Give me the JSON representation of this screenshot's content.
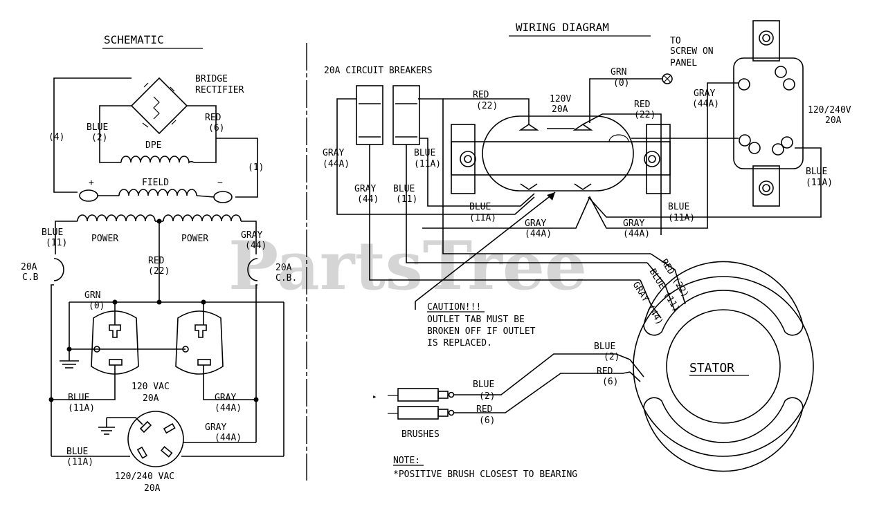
{
  "schematic": {
    "title": "SCHEMATIC",
    "bridge_label_1": "BRIDGE",
    "bridge_label_2": "RECTIFIER",
    "wire_4": "(4)",
    "blue_2_a": "BLUE",
    "blue_2_b": "(2)",
    "red_6_a": "RED",
    "red_6_b": "(6)",
    "dpe": "DPE",
    "wire_1": "(1)",
    "field": "FIELD",
    "plus": "+",
    "minus": "−",
    "blue_11_a": "BLUE",
    "blue_11_b": "(11)",
    "power_left": "POWER",
    "power_right": "POWER",
    "gray_44_a": "GRAY",
    "gray_44_b": "(44)",
    "red_22_a": "RED",
    "red_22_b": "(22)",
    "cb_left_a": "20A",
    "cb_left_b": "C.B",
    "cb_right_a": "20A",
    "cb_right_b": "C.B.",
    "grn_a": "GRN",
    "grn_b": "(0)",
    "outlet_120_a": "120 VAC",
    "outlet_120_b": "20A",
    "blue_11a_1a": "BLUE",
    "blue_11a_1b": "(11A)",
    "gray_44a_1a": "GRAY",
    "gray_44a_1b": "(44A)",
    "gray_44a_2a": "GRAY",
    "gray_44a_2b": "(44A)",
    "blue_11a_2a": "BLUE",
    "blue_11a_2b": "(11A)",
    "outlet_240_a": "120/240 VAC",
    "outlet_240_b": "20A"
  },
  "wiring": {
    "title": "WIRING DIAGRAM",
    "breakers": "20A CIRCUIT BREAKERS",
    "screw_1": "TO",
    "screw_2": "SCREW ON",
    "screw_3": "PANEL",
    "grn_a": "GRN",
    "grn_b": "(0)",
    "red22_l_a": "RED",
    "red22_l_b": "(22)",
    "v120_a": "120V",
    "v120_b": "20A",
    "red22_r_a": "RED",
    "red22_r_b": "(22)",
    "gray44a_r_a": "GRAY",
    "gray44a_r_b": "(44A)",
    "v240_a": "120/240V",
    "v240_b": "20A",
    "gray44a_l_a": "GRAY",
    "gray44a_l_b": "(44A)",
    "blue11a_l_a": "BLUE",
    "blue11a_l_b": "(11A)",
    "gray44_a": "GRAY",
    "gray44_b": "(44)",
    "blue11_a": "BLUE",
    "blue11_b": "(11)",
    "blue11a_m_a": "BLUE",
    "blue11a_m_b": "(11A)",
    "blue11a_r_a": "BLUE",
    "blue11a_r_b": "(11A)",
    "blue11a_far_a": "BLUE",
    "blue11a_far_b": "(11A)",
    "gray44a_m_a": "GRAY",
    "gray44a_m_b": "(44A)",
    "gray44a_m2_a": "GRAY",
    "gray44a_m2_b": "(44A)",
    "stator_red": "RED (22)",
    "stator_blue": "BLUE (11)",
    "stator_gray": "GRAY (44)",
    "caution_1": "CAUTION!!!",
    "caution_2": "OUTLET TAB MUST BE",
    "caution_3": "BROKEN OFF IF OUTLET",
    "caution_4": "IS REPLACED.",
    "stator": "STATOR",
    "st_blue_a": "BLUE",
    "st_blue_b": "(2)",
    "st_red_a": "RED",
    "st_red_b": "(6)",
    "br_blue_a": "BLUE",
    "br_blue_b": "(2)",
    "br_red_a": "RED",
    "br_red_b": "(6)",
    "brushes": "BRUSHES",
    "note_title": "NOTE:",
    "note_text": "*POSITIVE BRUSH CLOSEST TO BEARING"
  },
  "watermark": "PartsTree"
}
